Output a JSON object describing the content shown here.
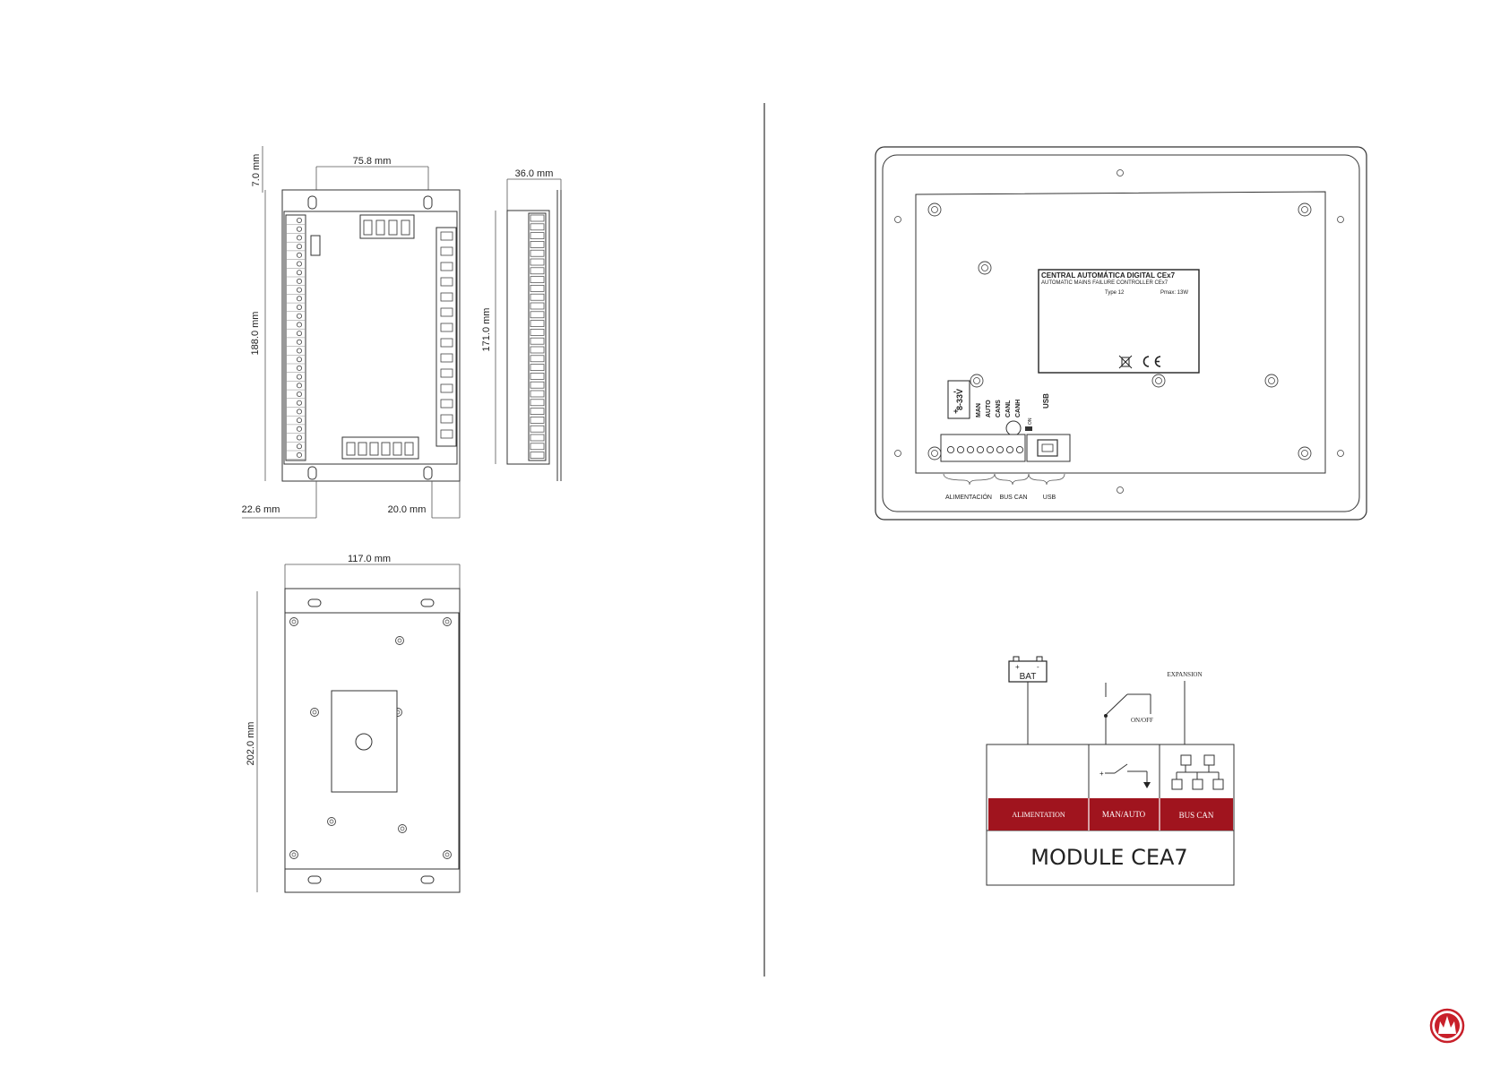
{
  "dimensions": {
    "top_offset": "7.0 mm",
    "hole_spacing": "75.8 mm",
    "depth": "36.0 mm",
    "height_front": "188.0 mm",
    "height_side": "171.0 mm",
    "left_offset": "22.6 mm",
    "right_offset": "20.0 mm",
    "width_back": "117.0 mm",
    "height_back": "202.0 mm"
  },
  "panel": {
    "label_title": "CENTRAL AUTOMÁTICA DIGITAL CEx7",
    "label_subtitle": "AUTOMATIC MAINS FAILURE CONTROLLER CEx7",
    "type_text": "Type 12",
    "pmax_text": "Pmax: 13W",
    "voltage": "8-33V",
    "plus": "+",
    "minus": "-",
    "terminals": [
      "MAN",
      "AUTO",
      "CANS",
      "CANL",
      "CANH"
    ],
    "usb_top": "USB",
    "on_switch": "ON",
    "groups": [
      "ALIMENTACIÓN",
      "BUS CAN",
      "USB"
    ]
  },
  "schematic": {
    "battery": "BAT",
    "battery_plus": "+",
    "battery_minus": "-",
    "switch_label": "ON/OFF",
    "expansion": "EXPANSION",
    "switch_plus": "+",
    "sections": [
      "ALIMENTATION",
      "MAN/AUTO",
      "BUS CAN"
    ],
    "module_name": "MODULE CEA7"
  },
  "colors": {
    "band": "#a0141e",
    "logo": "#c8202a"
  }
}
